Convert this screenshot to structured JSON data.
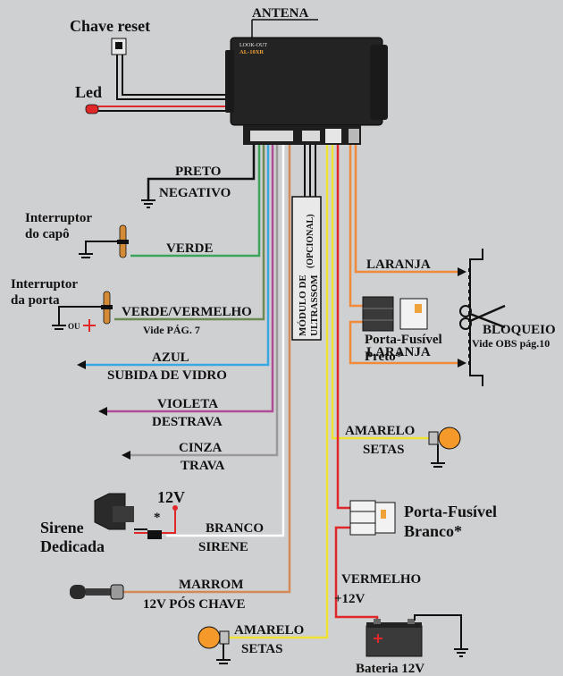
{
  "device": {
    "brand": "LOOK-OUT",
    "model": "AL-10XR",
    "antenna_label": "ANTENA",
    "reset_label": "Chave reset",
    "led_label": "Led"
  },
  "wires": {
    "black": {
      "name": "PRETO",
      "desc": "NEGATIVO"
    },
    "green": {
      "name": "VERDE"
    },
    "green_red": {
      "name": "VERDE/VERMELHO",
      "note": "Vide PÁG. 7"
    },
    "blue": {
      "name": "AZUL",
      "desc": "SUBIDA DE VIDRO"
    },
    "violet": {
      "name": "VIOLETA",
      "desc": "DESTRAVA"
    },
    "gray": {
      "name": "CINZA",
      "desc": "TRAVA"
    },
    "white": {
      "name": "BRANCO",
      "desc": "SIRENE"
    },
    "brown": {
      "name": "MARROM",
      "desc": "12V PÓS CHAVE"
    },
    "yellow_top": {
      "name": "AMARELO",
      "desc": "SETAS"
    },
    "yellow_bottom": {
      "name": "AMARELO",
      "desc": "SETAS"
    },
    "orange_top": {
      "name": "LARANJA"
    },
    "orange_bottom": {
      "name": "LARANJA"
    },
    "red": {
      "name": "VERMELHO",
      "desc": "+12V"
    }
  },
  "components": {
    "hood_switch": [
      "Interruptor",
      "do capô"
    ],
    "door_switch": [
      "Interruptor",
      "da porta"
    ],
    "ou_label": "OU",
    "ultrasound": [
      "MÓDULO DE",
      "ULTRASSOM"
    ],
    "ultrasound_opt": "(OPCIONAL)",
    "siren": [
      "Sirene",
      "Dedicada"
    ],
    "siren_voltage": "12V",
    "asterisk": "*",
    "fuse_black": [
      "Porta-Fusível",
      "Preto*"
    ],
    "fuse_white": [
      "Porta-Fusível",
      "Branco*"
    ],
    "block_label": "BLOQUEIO",
    "block_note": "Vide OBS pág.10",
    "battery": "Bateria  12V"
  },
  "colors": {
    "background": "#cfd0d2",
    "black": "#111111",
    "green": "#3aa55a",
    "green_red": "#6b8a54",
    "blue": "#3aa8e0",
    "violet": "#b04c95",
    "gray": "#9a9a9a",
    "white": "#ffffff",
    "brown": "#d38a56",
    "yellow": "#f0e234",
    "orange": "#f08a3c",
    "red": "#e0282a"
  }
}
